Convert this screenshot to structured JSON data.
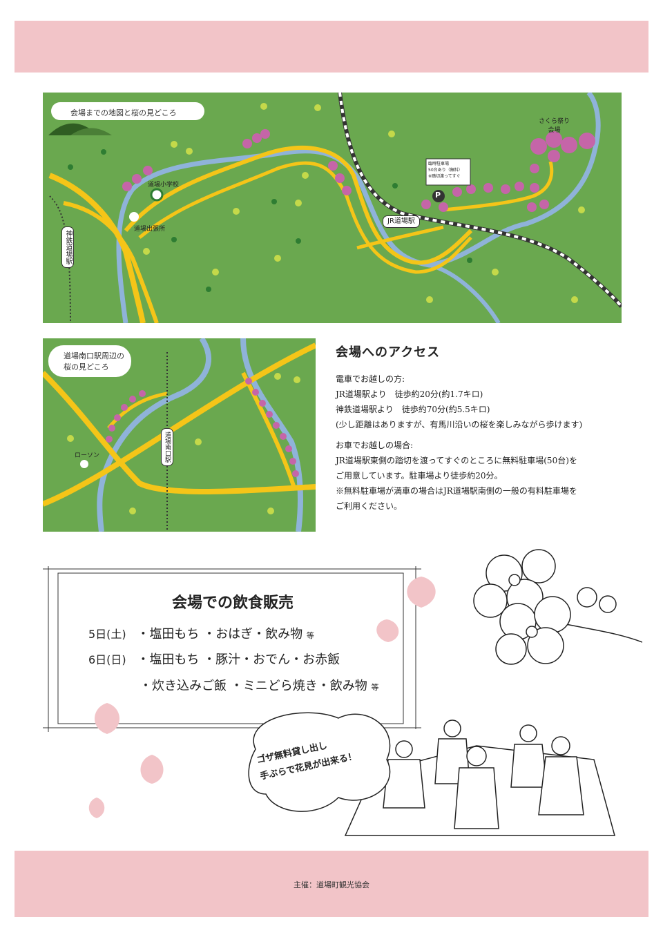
{
  "organizer": "主催：道場町観光協会",
  "main_map": {
    "title": "会場までの地図と桜の見どころ",
    "venue": [
      "さくら祭り",
      "会場"
    ],
    "jr_station": "JR道場駅",
    "shintetsu_station": "神鉄道場駅",
    "school": "道場小学校",
    "office": "道場出張所",
    "parking_mark": "P",
    "parking_sign": [
      "臨時駐車場",
      "50台あり（無料）",
      "※踏切渡ってすぐ"
    ]
  },
  "sub_map": {
    "title_line1": "道場南口駅周辺の",
    "title_line2": "桜の見どころ",
    "station": "道場南口駅",
    "lawson": "ローソン"
  },
  "access": {
    "title": "会場へのアクセス",
    "train_heading": "電車でお越しの方:",
    "train_jr": "JR道場駅より　徒歩約20分(約1.7キロ)",
    "train_shintetsu": "神鉄道場駅より　徒歩約70分(約5.5キロ)",
    "train_note": "(少し距離はありますが、有馬川沿いの桜を楽しみながら歩けます)",
    "car_heading": "お車でお越しの場合:",
    "car_line1": "JR道場駅東側の踏切を渡ってすぐのところに無料駐車場(50台)を",
    "car_line2": "ご用意しています。駐車場より徒歩約20分。",
    "car_line3": "※無料駐車場が満車の場合はJR道場駅南側の一般の有料駐車場を",
    "car_line4": "ご利用ください。"
  },
  "food": {
    "title": "会場での飲食販売",
    "day1": "5日(土)",
    "day1_items": "・塩田もち ・おはぎ・飲み物",
    "day1_suffix": "等",
    "day2": "6日(日)",
    "day2_items": "・塩田もち ・豚汁・おでん・お赤飯",
    "day2_items2": "・炊き込みご飯 ・ミニどら焼き・飲み物",
    "day2_suffix": "等"
  },
  "callout": {
    "line1": "ゴザ無料貸し出し",
    "line2": "手ぶらで花見が出来る！"
  },
  "colors": {
    "band": "#f2c4c8",
    "map_green": "#6aa84f",
    "road_yellow": "#f5c518",
    "river_blue": "#8fb3d9",
    "sakura": "#c565a8",
    "petal": "#f2c4c8"
  }
}
